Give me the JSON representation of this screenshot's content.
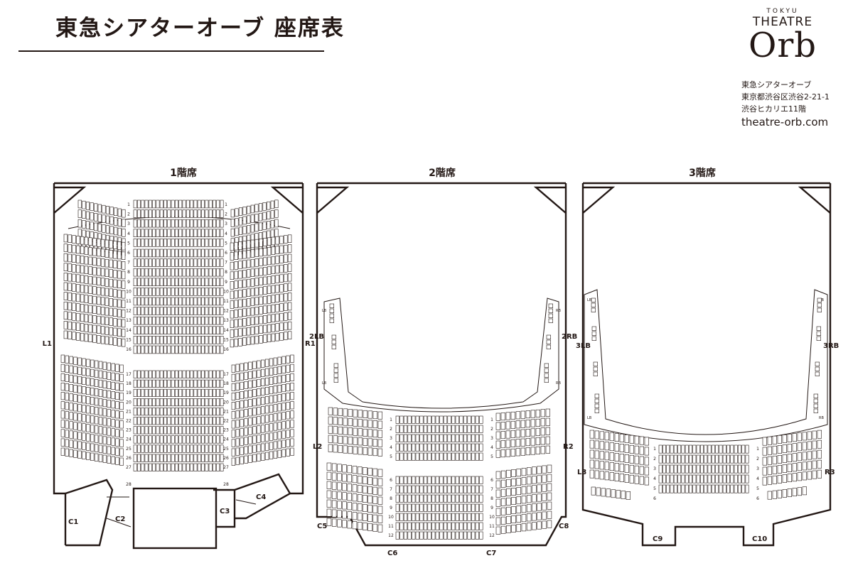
{
  "header": {
    "title": "東急シアターオーブ 座席表",
    "logo": {
      "top": "TOKYU",
      "middle": "THEATRE",
      "main": "Orb"
    },
    "address": [
      "東急シアターオーブ",
      "東京都渋谷区渋谷2-21-1",
      "渋谷ヒカリエ11階"
    ],
    "website": "theatre-orb.com"
  },
  "floors": [
    {
      "label": "1階席",
      "doors": [
        "L1",
        "R1",
        "C1",
        "C2",
        "C3",
        "C4"
      ],
      "row_labels": [
        "1",
        "2",
        "3",
        "4",
        "5",
        "6",
        "7",
        "8",
        "9",
        "10",
        "11",
        "12",
        "13",
        "14",
        "15",
        "16",
        "17",
        "18",
        "19",
        "20",
        "21",
        "22",
        "23",
        "24",
        "25",
        "26",
        "27",
        "28"
      ]
    },
    {
      "label": "2階席",
      "doors": [
        "2LB",
        "2RB",
        "L2",
        "R2",
        "C5",
        "C6",
        "C7",
        "C8"
      ],
      "box_labels": [
        "LB",
        "RB",
        "LB",
        "RB"
      ],
      "row_labels": [
        "1",
        "2",
        "3",
        "4",
        "5",
        "6",
        "7",
        "8",
        "9",
        "10",
        "11",
        "12"
      ]
    },
    {
      "label": "3階席",
      "doors": [
        "3LB",
        "3RB",
        "L3",
        "R3",
        "C9",
        "C10"
      ],
      "box_labels": [
        "LB",
        "RB",
        "LB",
        "RB"
      ],
      "row_labels": [
        "1",
        "2",
        "3",
        "4",
        "5",
        "6"
      ]
    }
  ]
}
